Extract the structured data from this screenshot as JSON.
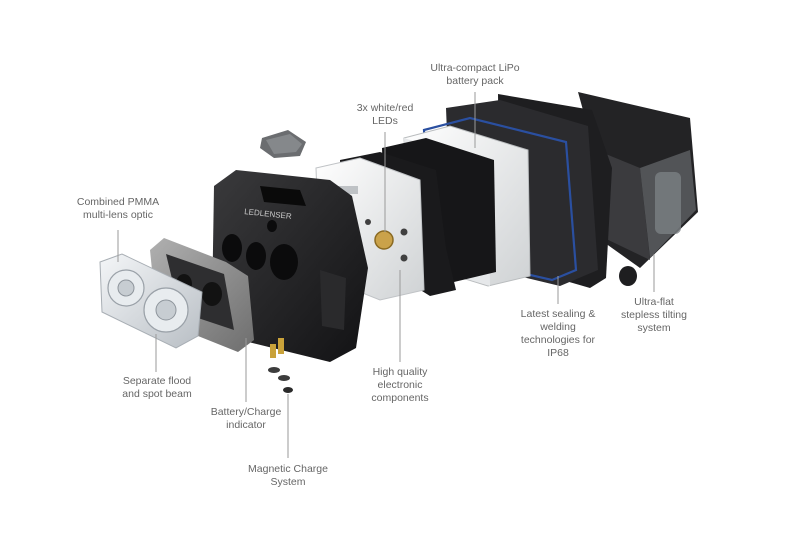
{
  "brand": {
    "logo_text": "LEDLENSER"
  },
  "labels": [
    {
      "id": "optic",
      "lines": [
        "Combined PMMA",
        "multi-lens optic"
      ]
    },
    {
      "id": "beam",
      "lines": [
        "Separate flood",
        "and spot beam"
      ]
    },
    {
      "id": "indicator",
      "lines": [
        "Battery/Charge",
        "indicator"
      ]
    },
    {
      "id": "charge",
      "lines": [
        "Magnetic Charge",
        "System"
      ]
    },
    {
      "id": "leds",
      "lines": [
        "3x white/red",
        "LEDs"
      ]
    },
    {
      "id": "components",
      "lines": [
        "High quality",
        "electronic",
        "components"
      ]
    },
    {
      "id": "battery",
      "lines": [
        "Ultra-compact LiPo",
        "battery pack"
      ]
    },
    {
      "id": "sealing",
      "lines": [
        "Latest sealing &",
        "welding",
        "technologies for",
        "IP68"
      ]
    },
    {
      "id": "tilt",
      "lines": [
        "Ultra-flat",
        "stepless tilting",
        "system"
      ]
    }
  ],
  "colors": {
    "label_text": "#666666",
    "leader_line": "#9a9a9a",
    "housing": "#1c1c1e",
    "housing_highlight": "#3a3a3c",
    "frame_grey": "#8c8c8c",
    "pcb_white": "#f2f2f2",
    "gasket_blue": "#2a4fa0",
    "optic_clear": "#d8dde2"
  }
}
